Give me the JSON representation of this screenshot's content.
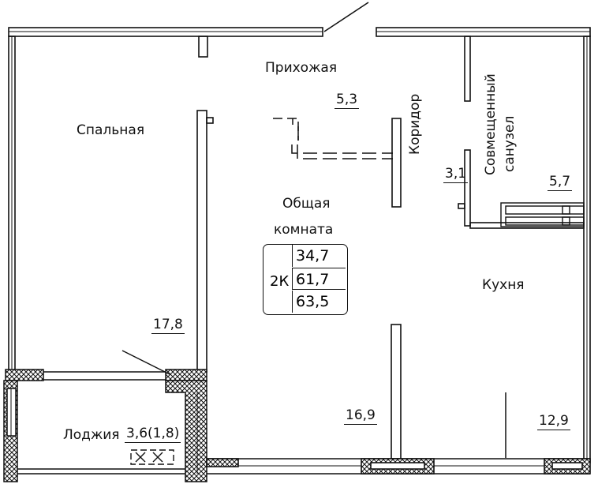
{
  "apartment_type": "2К",
  "totals": {
    "living_area": "34,7",
    "total_area": "61,7",
    "total_with_loggia": "63,5"
  },
  "rooms": {
    "hallway": {
      "name": "Прихожая",
      "area": "5,3"
    },
    "corridor": {
      "name": "Коридор",
      "area": "3,1"
    },
    "bathroom": {
      "name": "Совмещенный\nсанузел",
      "name_line1": "Совмещенный",
      "name_line2": "санузел",
      "area": "5,7"
    },
    "bedroom": {
      "name": "Спальная",
      "area": "17,8"
    },
    "living_room": {
      "name_line1": "Общая",
      "name_line2": "комната",
      "area": "16,9"
    },
    "kitchen": {
      "name": "Кухня",
      "area": "12,9"
    },
    "loggia": {
      "name": "Лоджия",
      "area": "3,6(1,8)"
    }
  }
}
